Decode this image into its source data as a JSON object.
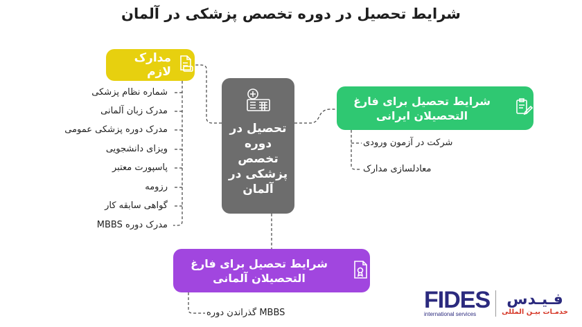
{
  "title": "شرایط تحصیل در دوره تخصص پزشکی در آلمان",
  "center": {
    "label": "تحصیل در دوره تخصص پزشکی در آلمان",
    "icon": "hospital-icon"
  },
  "required_docs": {
    "label": "مدارک لازم",
    "icon": "documents-icon",
    "items": [
      "شماره نظام پزشکی",
      "مدرک زبان آلمانی",
      "مدرک دوره پزشکی عمومی",
      "ویزای دانشجویی",
      "پاسپورت معتبر",
      "رزومه",
      "گواهی سابقه کار",
      "مدرک دوره  MBBS"
    ]
  },
  "iranian_graduates": {
    "label": "شرایط تحصیل برای فارغ التحصیلان ایرانی",
    "icon": "clipboard-icon",
    "items": [
      "شرکت در آزمون ورودی",
      "معادلسازی مدارک"
    ]
  },
  "german_graduates": {
    "label": "شرایط تحصیل برای فارغ التحصیلان آلمانی",
    "icon": "certificate-icon",
    "items": [
      "MBBS گذراندن دوره"
    ]
  },
  "logo": {
    "brand": "FIDES",
    "sub": "international services",
    "fa_main": "فـیـدس",
    "fa_sub": "خدمـات بیـن المللی"
  },
  "colors": {
    "center": "#6d6d6d",
    "yellow": "#e7d00f",
    "green": "#2fc872",
    "purple": "#a146df",
    "brand": "#2b2a7e"
  }
}
